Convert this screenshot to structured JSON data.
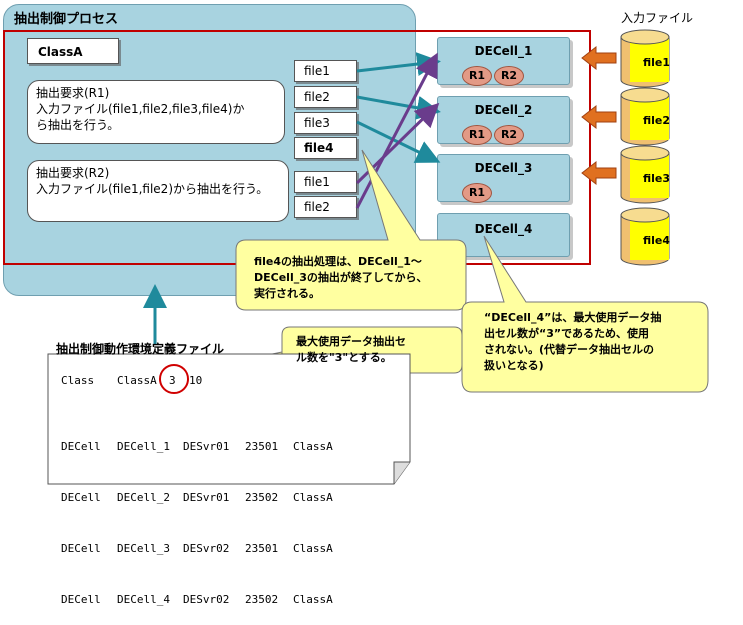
{
  "process": {
    "title": "抽出制御プロセス"
  },
  "class": {
    "name": "ClassA"
  },
  "requests": [
    {
      "title": "抽出要求(R1)",
      "line1": "入力ファイル(file1,file2,file3,file4)か",
      "line2": "ら抽出を行う。",
      "files": [
        "file1",
        "file2",
        "file3",
        "file4"
      ]
    },
    {
      "title": "抽出要求(R2)",
      "line1": "入力ファイル(file1,file2)から抽出を行う。",
      "files": [
        "file1",
        "file2"
      ]
    }
  ],
  "decells": [
    {
      "label": "DECell_1",
      "badges": [
        "R1",
        "R2"
      ]
    },
    {
      "label": "DECell_2",
      "badges": [
        "R1",
        "R2"
      ]
    },
    {
      "label": "DECell_3",
      "badges": [
        "R1"
      ]
    },
    {
      "label": "DECell_4",
      "badges": []
    }
  ],
  "input_files": {
    "title": "入力ファイル",
    "files": [
      "file1",
      "file2",
      "file3",
      "file4"
    ]
  },
  "callouts": {
    "file4": {
      "line1": "file4の抽出処理は、DECell_1～",
      "line2": "DECell_3の抽出が終了してから、",
      "line3": "実行される。"
    },
    "decell4": {
      "line1": "“DECell_4”は、最大使用データ抽",
      "line2": "出セル数が“3”であるため、使用",
      "line3": "されない。(代替データ抽出セルの",
      "line4": "扱いとなる)"
    },
    "config": {
      "line1": "最大使用データ抽出セ",
      "line2": "ル数を\"3\"とする。"
    }
  },
  "config_file": {
    "title": "抽出制御動作環境定義ファイル",
    "class_row": [
      "Class",
      "ClassA",
      "3",
      "10"
    ],
    "rows": [
      [
        "DECell",
        "DECell_1",
        "DESvr01",
        "23501",
        "ClassA"
      ],
      [
        "DECell",
        "DECell_2",
        "DESvr01",
        "23502",
        "ClassA"
      ],
      [
        "DECell",
        "DECell_3",
        "DESvr02",
        "23501",
        "ClassA"
      ],
      [
        "DECell",
        "DECell_4",
        "DESvr02",
        "23502",
        "ClassA"
      ]
    ]
  },
  "colors": {
    "process_fill": "#a8d3e0",
    "frame_red": "#c00000",
    "callout_fill": "#ffffa0",
    "arrow_teal": "#1f8a9c",
    "arrow_purple": "#6a3c8c",
    "arrow_orange": "#e07020",
    "cyl_fill": "#ffff00",
    "cyl_side": "#f0c070",
    "badge_fill": "#e39a86"
  }
}
